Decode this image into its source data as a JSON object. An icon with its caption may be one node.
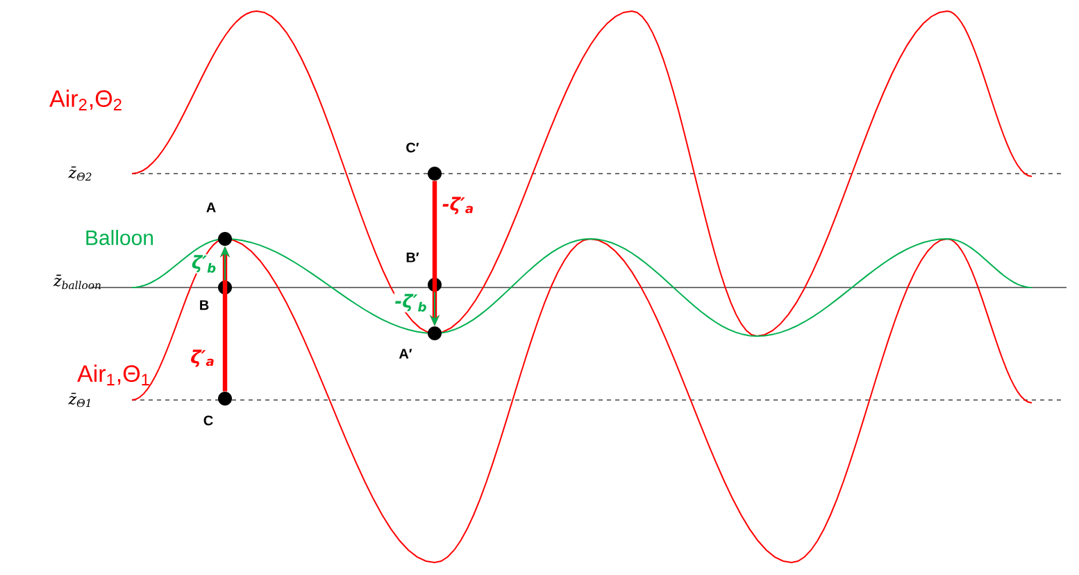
{
  "diagram": {
    "nodes": [
      {
        "text": [],
        "shape": "circle",
        "beside": [
          "A"
        ]
      },
      {
        "text": [],
        "shape": "circle",
        "beside": [
          "B"
        ]
      },
      {
        "text": [],
        "shape": "circle",
        "beside": [
          "C"
        ]
      },
      {
        "text": [],
        "shape": "circle",
        "beside": [
          "C′"
        ]
      },
      {
        "text": [],
        "shape": "circle",
        "beside": [
          "B′"
        ]
      },
      {
        "text": [],
        "shape": "circle",
        "beside": [
          "A′"
        ]
      }
    ],
    "edges": [
      {
        "from": 2,
        "to": 0,
        "arrow": "to",
        "label": "ζ′$_{a}$",
        "style": "thick",
        "color": "#ff0000"
      },
      {
        "from": 1,
        "to": 0,
        "arrow": "to",
        "label": "ζ′$_{b}$",
        "color": "#00b050"
      },
      {
        "from": 3,
        "to": 5,
        "arrow": "to",
        "label": "-ζ′$_{a}$",
        "style": "thick",
        "color": "#ff0000"
      },
      {
        "from": 4,
        "to": 5,
        "arrow": "to",
        "label": "-ζ′$_{b}$",
        "color": "#00b050"
      }
    ],
    "labels": [
      "Air$_{2}$,Θ$_{2}$",
      "z̄$_{Θ2}$",
      "Balloon",
      "z̄$_{balloon}$",
      "Air$_{1}$,Θ$_{1}$",
      "z̄$_{Θ1}$"
    ]
  }
}
